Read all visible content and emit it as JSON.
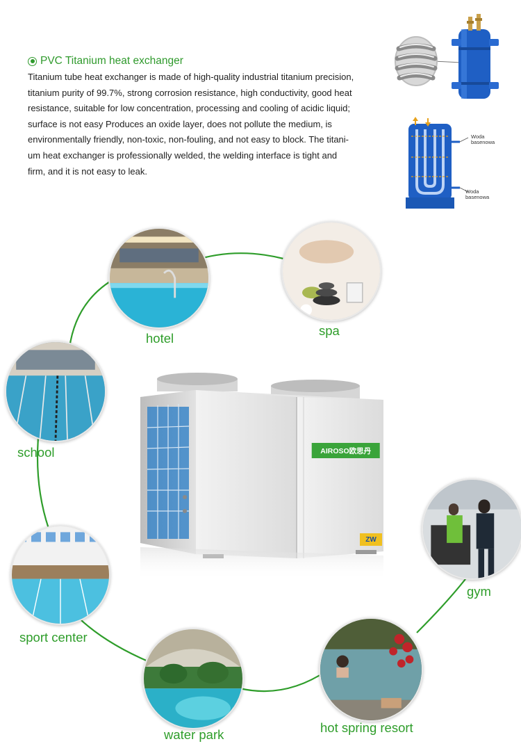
{
  "header": {
    "title": "PVC Titanium heat exchanger",
    "paragraph_lines": [
      "Titanium tube heat exchanger is made of high-quality industrial titanium precision,",
      "titanium purity of 99.7%, strong corrosion resistance, high conductivity, good heat",
      "resistance, suitable for low concentration, processing and cooling of acidic liquid;",
      "surface is not easy Produces an oxide layer, does not pollute the medium, is",
      "environmentally friendly, non-toxic, non-fouling, and not easy to block. The titani-",
      "um heat exchanger is professionally welded, the welding interface is tight and",
      "firm, and it is not easy to leak."
    ]
  },
  "diagram": {
    "label_top_1": "Woda",
    "label_top_2": "basenowa",
    "label_bottom_1": "Woda",
    "label_bottom_2": "basenowa"
  },
  "product": {
    "brand": "AIROSO欧思丹",
    "badge": "ZW"
  },
  "applications": {
    "hotel": "hotel",
    "spa": "spa",
    "school": "school",
    "gym": "gym",
    "sport_center": "sport center",
    "water_park": "water park",
    "hot_spring": "hot spring resort"
  },
  "colors": {
    "accent_green": "#2f9a2c",
    "line_green": "#2e9d2a",
    "exchanger_blue": "#1f5fc4"
  }
}
